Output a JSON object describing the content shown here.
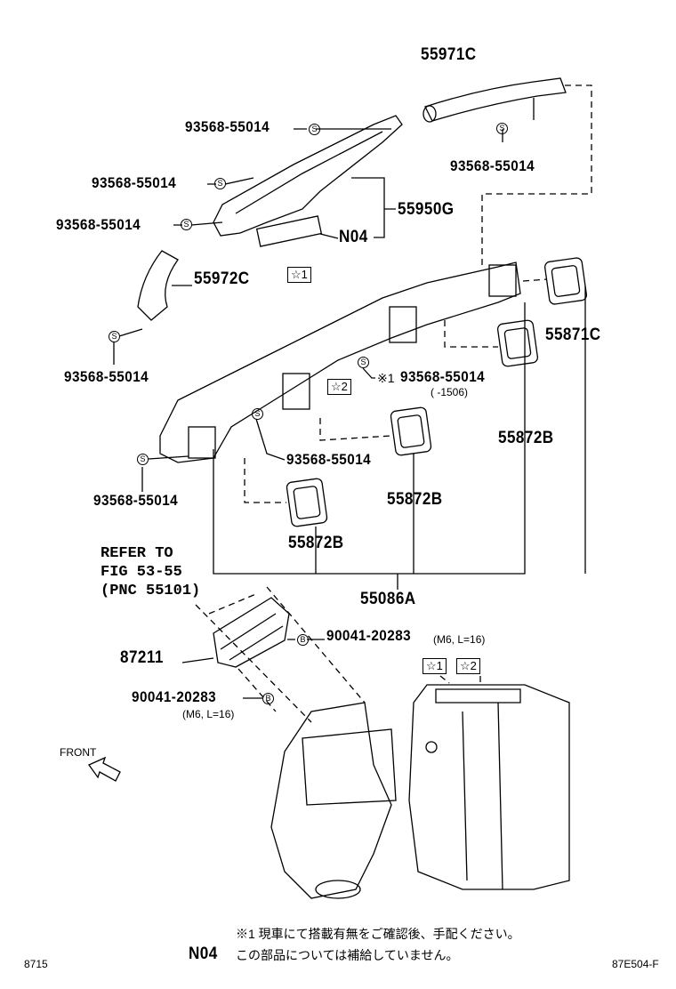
{
  "parts": {
    "p55971C": "55971C",
    "p55950G": "55950G",
    "n04": "N04",
    "p55972C": "55972C",
    "p55871C": "55871C",
    "p55872B_a": "55872B",
    "p55872B_b": "55872B",
    "p55872B_c": "55872B",
    "p55086A": "55086A",
    "p87211": "87211",
    "screw": "93568-55014",
    "bolt": "90041-20283",
    "bolt_spec": "(M6, L=16)",
    "note1_mark": "※1",
    "range": "(      -1506)"
  },
  "symbols": {
    "screw_mark": "S",
    "bolt_mark": "B",
    "star1": "☆1",
    "star2": "☆2"
  },
  "refer": {
    "line1": "REFER TO",
    "line2": "FIG 53-55",
    "line3": "(PNC 55101)"
  },
  "front_label": "FRONT",
  "footnotes": {
    "note1": "※1 現車にて搭載有無をご確認後、手配ください。",
    "n04_code": "N04",
    "n04_text": "この部品については補給していません。"
  },
  "figure_code": "87E504-F",
  "page_code": "8715"
}
